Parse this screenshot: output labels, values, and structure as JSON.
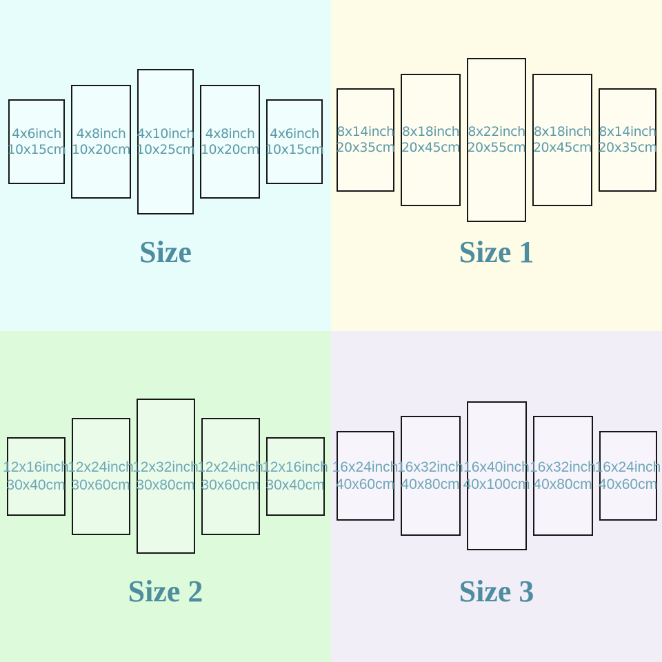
{
  "page": {
    "description": "Canvas wall-art five-panel size chart, four size options"
  },
  "colors": {
    "quadrant_bg_size": "#e7fdfc",
    "quadrant_bg_size_1": "#fefce7",
    "quadrant_bg_size_2": "#ddfadb",
    "quadrant_bg_size_3": "#f2eef8",
    "panel_border": "#161616",
    "label_text_top": "#5c9aa9",
    "label_text_bottom": "#6fa6b8",
    "title_text": "#4e8d9f"
  },
  "quadrants": [
    {
      "title": "Size",
      "panels": [
        {
          "inch": "4x6inch",
          "cm": "10x15cm"
        },
        {
          "inch": "4x8inch",
          "cm": "10x20cm"
        },
        {
          "inch": "4x10inch",
          "cm": "10x25cm"
        },
        {
          "inch": "4x8inch",
          "cm": "10x20cm"
        },
        {
          "inch": "4x6inch",
          "cm": "10x15cm"
        }
      ]
    },
    {
      "title": "Size 1",
      "panels": [
        {
          "inch": "8x14inch",
          "cm": "20x35cm"
        },
        {
          "inch": "8x18inch",
          "cm": "20x45cm"
        },
        {
          "inch": "8x22inch",
          "cm": "20x55cm"
        },
        {
          "inch": "8x18inch",
          "cm": "20x45cm"
        },
        {
          "inch": "8x14inch",
          "cm": "20x35cm"
        }
      ]
    },
    {
      "title": "Size 2",
      "panels": [
        {
          "inch": "12x16inch",
          "cm": "30x40cm"
        },
        {
          "inch": "12x24inch",
          "cm": "30x60cm"
        },
        {
          "inch": "12x32inch",
          "cm": "30x80cm"
        },
        {
          "inch": "12x24inch",
          "cm": "30x60cm"
        },
        {
          "inch": "12x16inch",
          "cm": "30x40cm"
        }
      ]
    },
    {
      "title": "Size 3",
      "panels": [
        {
          "inch": "16x24inch",
          "cm": "40x60cm"
        },
        {
          "inch": "16x32inch",
          "cm": "40x80cm"
        },
        {
          "inch": "16x40inch",
          "cm": "40x100cm"
        },
        {
          "inch": "16x32inch",
          "cm": "40x80cm"
        },
        {
          "inch": "16x24inch",
          "cm": "40x60cm"
        }
      ]
    }
  ]
}
